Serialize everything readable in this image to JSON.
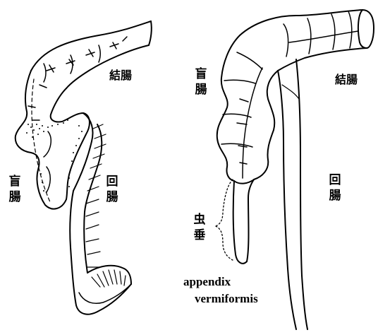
{
  "left_figure": {
    "colon_label": "結腸",
    "cecum_label_top": "盲",
    "cecum_label_bottom": "腸",
    "ileum_label_top": "回",
    "ileum_label_bottom": "腸"
  },
  "right_figure": {
    "cecum_label_top": "盲",
    "cecum_label_bottom": "腸",
    "colon_label": "結腸",
    "ileum_label_top": "回",
    "ileum_label_bottom": "腸",
    "appendix_label_top": "虫",
    "appendix_label_bottom": "垂",
    "latin_line1": "appendix",
    "latin_line2": "vermiformis"
  },
  "colors": {
    "ink": "#000000",
    "paper": "#ffffff"
  }
}
